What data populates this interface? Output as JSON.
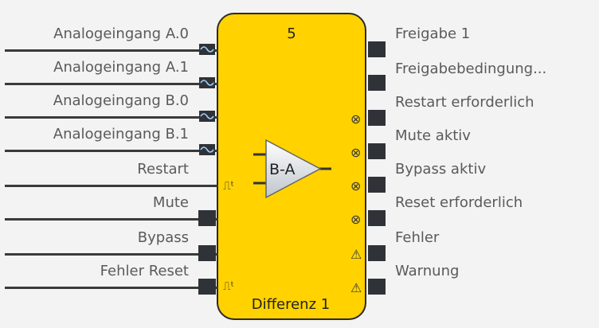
{
  "block": {
    "number": "5",
    "name": "Differenz 1",
    "operation": "B-A"
  },
  "inputs": [
    {
      "label": "Analogeingang A.0",
      "type": "analog"
    },
    {
      "label": "Analogeingang A.1",
      "type": "analog"
    },
    {
      "label": "Analogeingang B.0",
      "type": "analog"
    },
    {
      "label": "Analogeingang B.1",
      "type": "analog"
    },
    {
      "label": "Restart",
      "type": "edge"
    },
    {
      "label": "Mute",
      "type": "digital"
    },
    {
      "label": "Bypass",
      "type": "digital"
    },
    {
      "label": "Fehler Reset",
      "type": "edge"
    }
  ],
  "outputs": [
    {
      "label": "Freigabe 1",
      "icon": ""
    },
    {
      "label": "Freigabebedingung...",
      "icon": ""
    },
    {
      "label": "Restart erforderlich",
      "icon": "lamp-icon"
    },
    {
      "label": "Mute aktiv",
      "icon": "lamp-icon"
    },
    {
      "label": "Bypass aktiv",
      "icon": "lamp-icon"
    },
    {
      "label": "Reset erforderlich",
      "icon": "lamp-icon"
    },
    {
      "label": "Fehler",
      "icon": "warning-icon"
    },
    {
      "label": "Warnung",
      "icon": "warning-icon"
    }
  ],
  "colors": {
    "block_fill": "#ffd200",
    "port": "#2f3338",
    "background": "#f3f3f3"
  }
}
